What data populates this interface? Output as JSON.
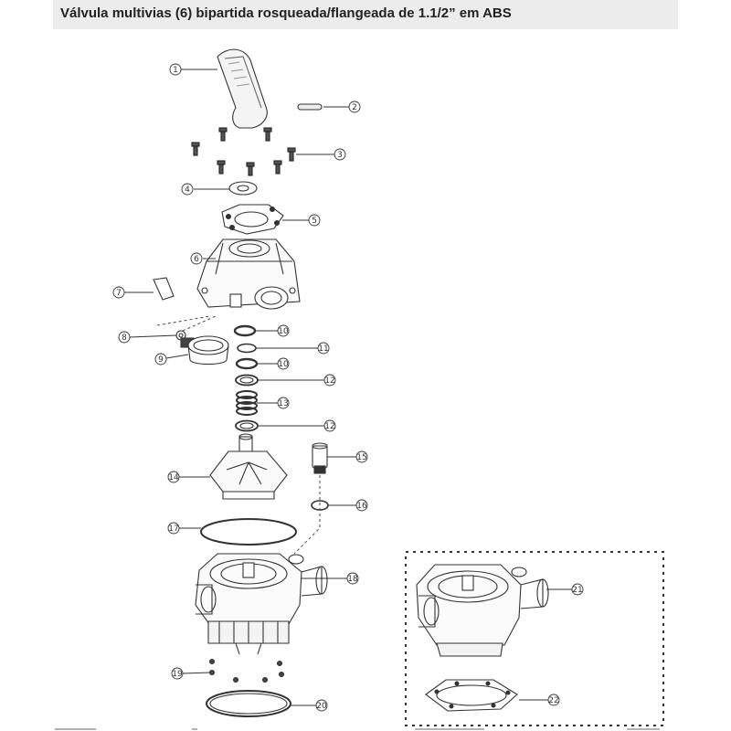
{
  "title": "Válvula multivias (6) bipartida rosqueada/flangeada de 1.1/2” em ABS",
  "callouts": [
    {
      "id": "c1",
      "label": "1"
    },
    {
      "id": "c2",
      "label": "2"
    },
    {
      "id": "c3",
      "label": "3"
    },
    {
      "id": "c4",
      "label": "4"
    },
    {
      "id": "c5",
      "label": "5"
    },
    {
      "id": "c6",
      "label": "6"
    },
    {
      "id": "c7",
      "label": "7"
    },
    {
      "id": "c8",
      "label": "8"
    },
    {
      "id": "c9",
      "label": "9"
    },
    {
      "id": "c10a",
      "label": "10"
    },
    {
      "id": "c11",
      "label": "11"
    },
    {
      "id": "c10b",
      "label": "10"
    },
    {
      "id": "c12a",
      "label": "12"
    },
    {
      "id": "c13",
      "label": "13"
    },
    {
      "id": "c12b",
      "label": "12"
    },
    {
      "id": "c14",
      "label": "14"
    },
    {
      "id": "c15",
      "label": "15"
    },
    {
      "id": "c16",
      "label": "16"
    },
    {
      "id": "c17",
      "label": "17"
    },
    {
      "id": "c18",
      "label": "18"
    },
    {
      "id": "c19",
      "label": "19"
    },
    {
      "id": "c20",
      "label": "20"
    },
    {
      "id": "c21",
      "label": "21"
    },
    {
      "id": "c22",
      "label": "22"
    }
  ]
}
